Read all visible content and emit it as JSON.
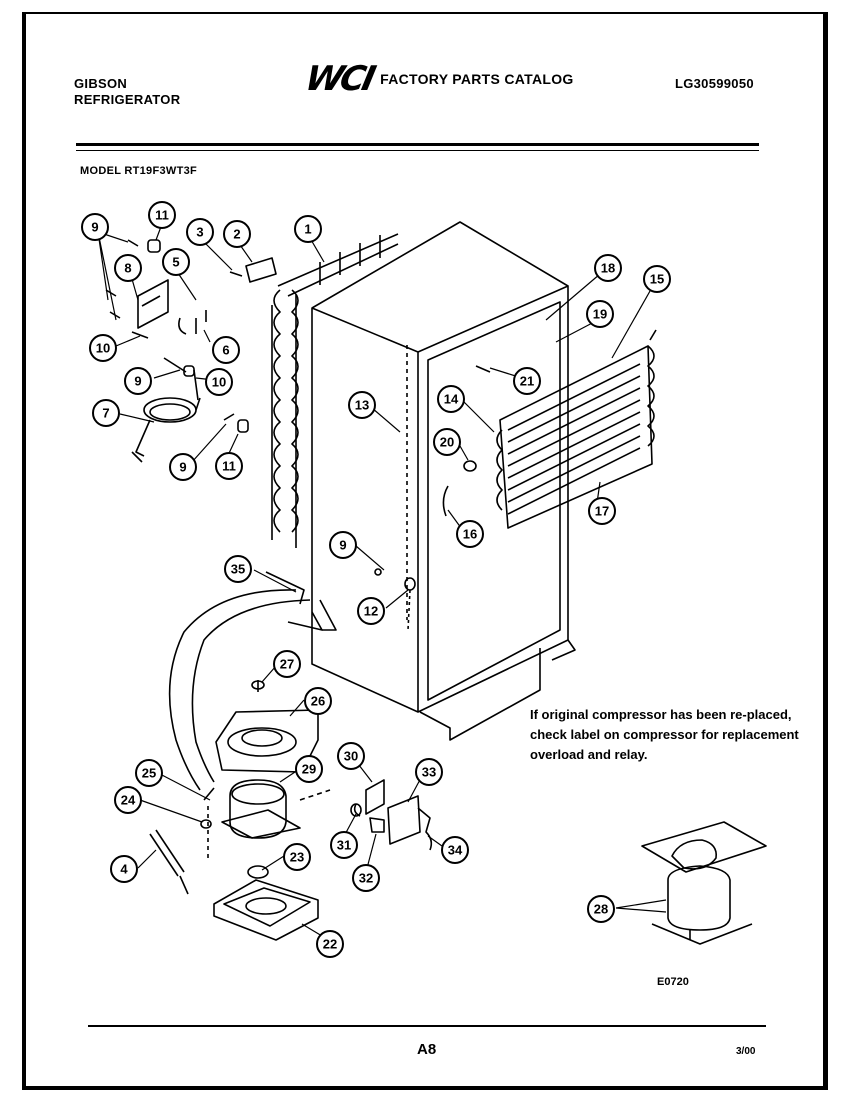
{
  "header": {
    "brand_line1": "GIBSON",
    "brand_line2": "REFRIGERATOR",
    "logo": "WCI",
    "catalog_title": "FACTORY PARTS CATALOG",
    "catalog_number": "LG30599050"
  },
  "model_label": "MODEL RT19F3WT3F",
  "callouts": [
    "9",
    "11",
    "3",
    "2",
    "1",
    "8",
    "5",
    "18",
    "15",
    "19",
    "10",
    "6",
    "21",
    "9",
    "10",
    "7",
    "13",
    "14",
    "20",
    "9",
    "11",
    "16",
    "17",
    "9",
    "35",
    "12",
    "27",
    "26",
    "30",
    "33",
    "25",
    "29",
    "24",
    "31",
    "34",
    "23",
    "4",
    "32",
    "28",
    "22"
  ],
  "note": "If original compressor has been re-placed, check label on compressor for replacement overload and relay.",
  "figure_code": "E0720",
  "page_number": "A8",
  "revision_date": "3/00"
}
